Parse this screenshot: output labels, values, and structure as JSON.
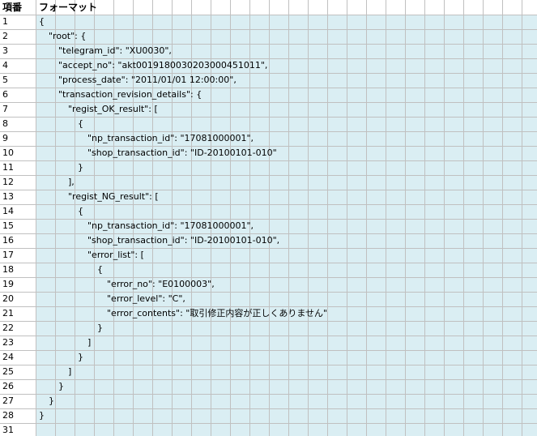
{
  "header": {
    "col_a": "項番",
    "col_b": "フォーマット"
  },
  "rows": [
    {
      "no": "1",
      "text": "{",
      "indent": 0
    },
    {
      "no": "2",
      "text": "\"root\": {",
      "indent": 1
    },
    {
      "no": "3",
      "text": "\"telegram_id\": \"XU0030\",",
      "indent": 2
    },
    {
      "no": "4",
      "text": "\"accept_no\": \"akt0019180030203000451011\",",
      "indent": 2
    },
    {
      "no": "5",
      "text": "\"process_date\": \"2011/01/01 12:00:00\",",
      "indent": 2
    },
    {
      "no": "6",
      "text": "\"transaction_revision_details\": {",
      "indent": 2
    },
    {
      "no": "7",
      "text": "\"regist_OK_result\": [",
      "indent": 3
    },
    {
      "no": "8",
      "text": "{",
      "indent": 4
    },
    {
      "no": "9",
      "text": "\"np_transaction_id\": \"17081000001\",",
      "indent": 5
    },
    {
      "no": "10",
      "text": "\"shop_transaction_id\": \"ID-20100101-010\"",
      "indent": 5
    },
    {
      "no": "11",
      "text": "}",
      "indent": 4
    },
    {
      "no": "12",
      "text": "],",
      "indent": 3
    },
    {
      "no": "13",
      "text": "\"regist_NG_result\": [",
      "indent": 3
    },
    {
      "no": "14",
      "text": "{",
      "indent": 4
    },
    {
      "no": "15",
      "text": "\"np_transaction_id\": \"17081000001\",",
      "indent": 5
    },
    {
      "no": "16",
      "text": "\"shop_transaction_id\": \"ID-20100101-010\",",
      "indent": 5
    },
    {
      "no": "17",
      "text": "\"error_list\": [",
      "indent": 5
    },
    {
      "no": "18",
      "text": "{",
      "indent": 6
    },
    {
      "no": "19",
      "text": "\"error_no\": \"E0100003\",",
      "indent": 7
    },
    {
      "no": "20",
      "text": "\"error_level\": \"C\",",
      "indent": 7
    },
    {
      "no": "21",
      "text": "\"error_contents\": \"取引修正内容が正しくありません\"",
      "indent": 7
    },
    {
      "no": "22",
      "text": "}",
      "indent": 6
    },
    {
      "no": "23",
      "text": "]",
      "indent": 5
    },
    {
      "no": "24",
      "text": "}",
      "indent": 4
    },
    {
      "no": "25",
      "text": "]",
      "indent": 3
    },
    {
      "no": "26",
      "text": "}",
      "indent": 2
    },
    {
      "no": "27",
      "text": "}",
      "indent": 1
    },
    {
      "no": "28",
      "text": "}",
      "indent": 0
    },
    {
      "no": "31",
      "text": "",
      "indent": 0
    }
  ]
}
